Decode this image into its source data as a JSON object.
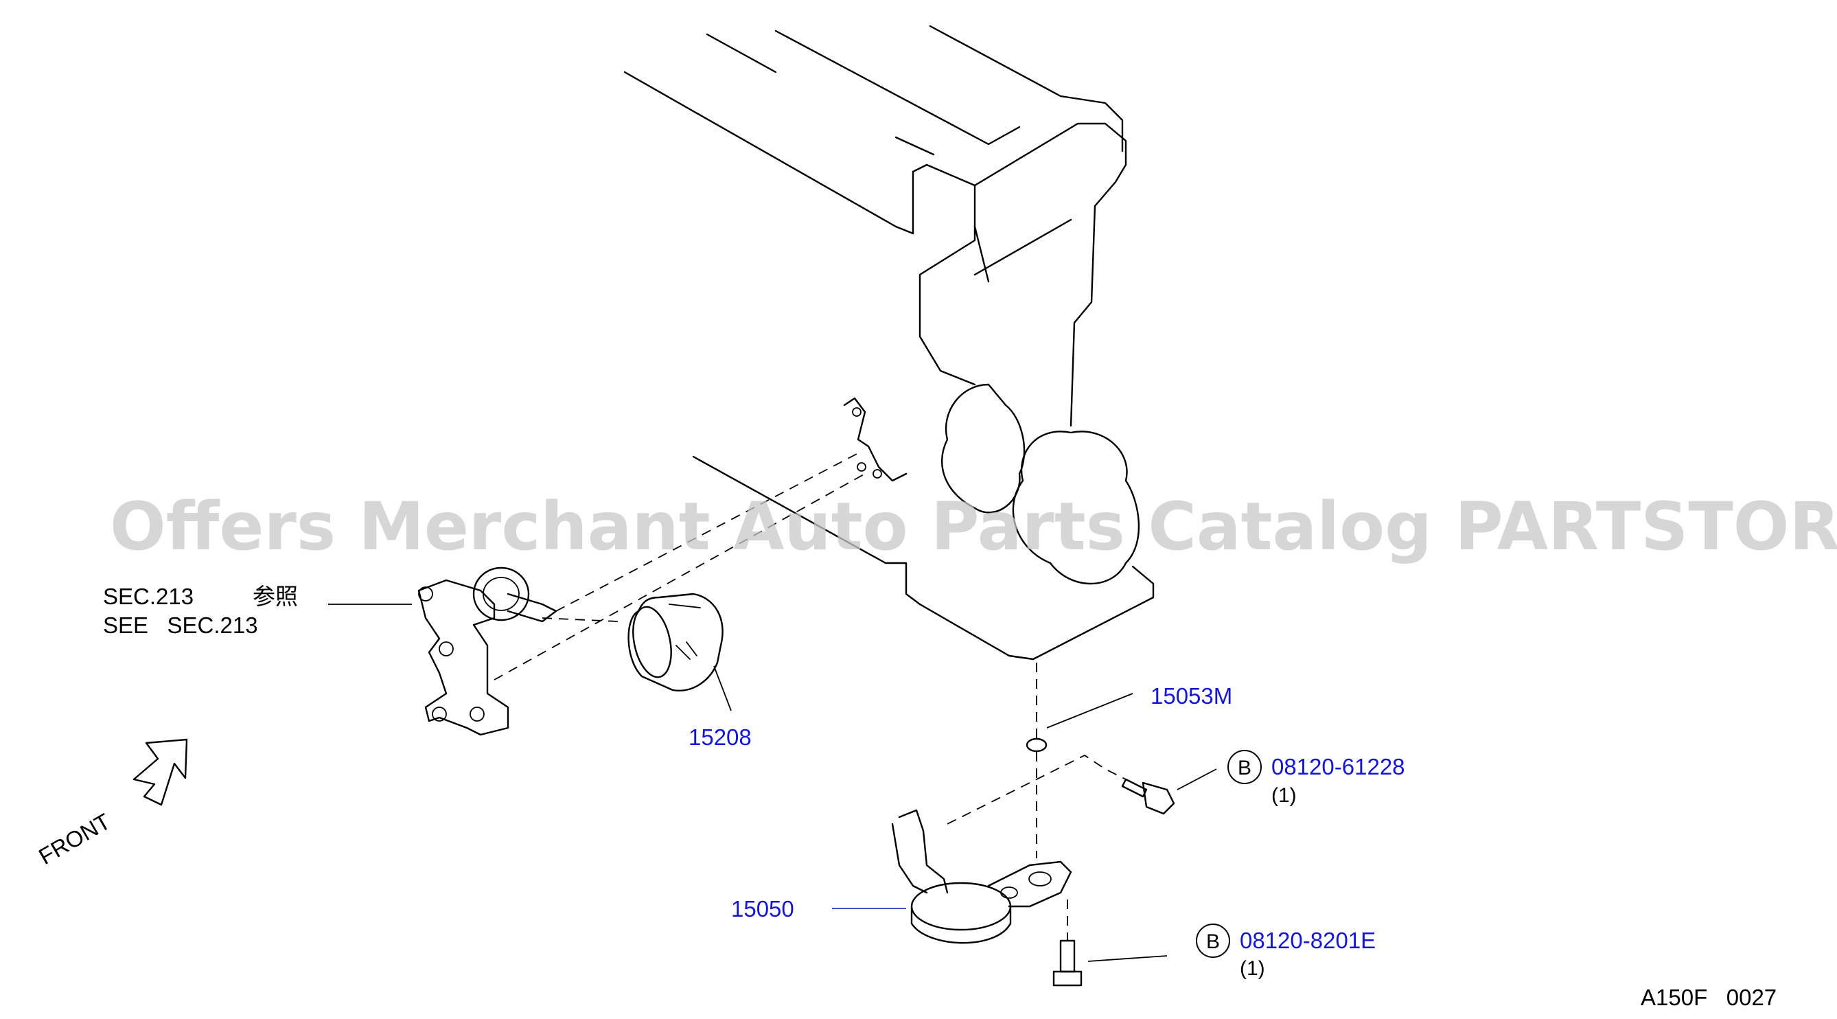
{
  "watermark": "Offers Merchant Auto Parts Catalog PARTSTORE.SA",
  "section_ref": {
    "line1": "SEC.213",
    "line1_jp": "参照",
    "line2": "SEE   SEC.213"
  },
  "parts": {
    "oil_filter": "15208",
    "gasket": "15053M",
    "bolt_upper": {
      "badge": "B",
      "number": "08120-61228",
      "qty": "(1)"
    },
    "bolt_lower": {
      "badge": "B",
      "number": "08120-8201E",
      "qty": "(1)"
    },
    "strainer": "15050"
  },
  "front_label": "FRONT",
  "figure_code": "A150F   0027"
}
